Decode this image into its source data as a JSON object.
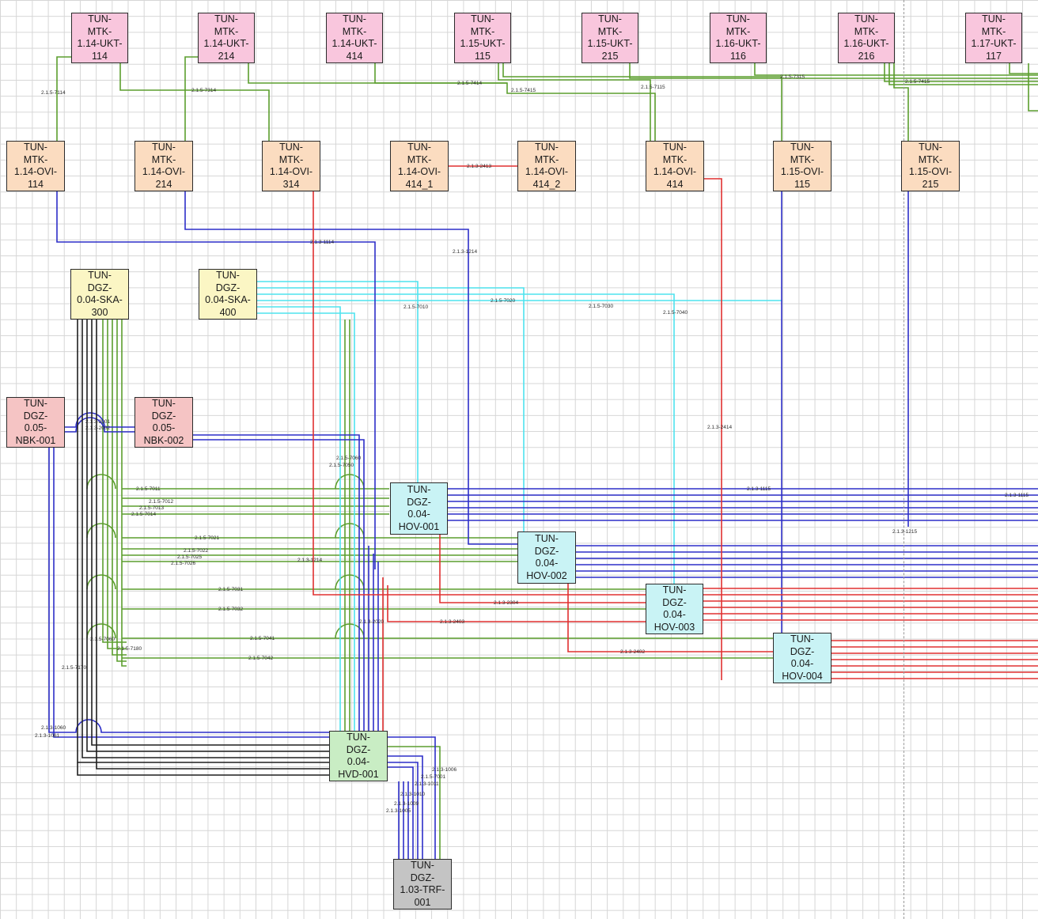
{
  "colors": {
    "ukt": "#f9c6dd",
    "ovi": "#fbdcc0",
    "ska": "#fbf6c4",
    "nbk": "#f5c4c4",
    "hov": "#c9f3f5",
    "hvd": "#c9edc4",
    "trf": "#c4c4c4",
    "green_wire": "#5c9e2e",
    "blue_wire": "#2d2ec8",
    "red_wire": "#e03030",
    "cyan_wire": "#4ee3ee",
    "black_wire": "#1f1f1f"
  },
  "nodes": [
    {
      "id": "ukt114",
      "lines": [
        "TUN-",
        "MTK-",
        "1.14-UKT-",
        "114"
      ]
    },
    {
      "id": "ukt214",
      "lines": [
        "TUN-",
        "MTK-",
        "1.14-UKT-",
        "214"
      ]
    },
    {
      "id": "ukt414",
      "lines": [
        "TUN-",
        "MTK-",
        "1.14-UKT-",
        "414"
      ]
    },
    {
      "id": "ukt115",
      "lines": [
        "TUN-",
        "MTK-",
        "1.15-UKT-",
        "115"
      ]
    },
    {
      "id": "ukt215",
      "lines": [
        "TUN-",
        "MTK-",
        "1.15-UKT-",
        "215"
      ]
    },
    {
      "id": "ukt116",
      "lines": [
        "TUN-",
        "MTK-",
        "1.16-UKT-",
        "116"
      ]
    },
    {
      "id": "ukt216",
      "lines": [
        "TUN-",
        "MTK-",
        "1.16-UKT-",
        "216"
      ]
    },
    {
      "id": "ukt117",
      "lines": [
        "TUN-",
        "MTK-",
        "1.17-UKT-",
        "117"
      ]
    },
    {
      "id": "ovi114",
      "lines": [
        "TUN-",
        "MTK-",
        "1.14-OVI-",
        "114"
      ]
    },
    {
      "id": "ovi214",
      "lines": [
        "TUN-",
        "MTK-",
        "1.14-OVI-",
        "214"
      ]
    },
    {
      "id": "ovi314",
      "lines": [
        "TUN-",
        "MTK-",
        "1.14-OVI-",
        "314"
      ]
    },
    {
      "id": "ovi414_1",
      "lines": [
        "TUN-",
        "MTK-",
        "1.14-OVI-",
        "414_1"
      ]
    },
    {
      "id": "ovi414_2",
      "lines": [
        "TUN-",
        "MTK-",
        "1.14-OVI-",
        "414_2"
      ]
    },
    {
      "id": "ovi414",
      "lines": [
        "TUN-",
        "MTK-",
        "1.14-OVI-",
        "414"
      ]
    },
    {
      "id": "ovi115",
      "lines": [
        "TUN-",
        "MTK-",
        "1.15-OVI-",
        "115"
      ]
    },
    {
      "id": "ovi215",
      "lines": [
        "TUN-",
        "MTK-",
        "1.15-OVI-",
        "215"
      ]
    },
    {
      "id": "ska300",
      "lines": [
        "TUN-",
        "DGZ-",
        "0.04-SKA-",
        "300"
      ]
    },
    {
      "id": "ska400",
      "lines": [
        "TUN-",
        "DGZ-",
        "0.04-SKA-",
        "400"
      ]
    },
    {
      "id": "nbk001",
      "lines": [
        "TUN-",
        "DGZ-",
        "0.05-",
        "NBK-001"
      ]
    },
    {
      "id": "nbk002",
      "lines": [
        "TUN-",
        "DGZ-",
        "0.05-",
        "NBK-002"
      ]
    },
    {
      "id": "hov001",
      "lines": [
        "TUN-",
        "DGZ-",
        "0.04-",
        "HOV-001"
      ]
    },
    {
      "id": "hov002",
      "lines": [
        "TUN-",
        "DGZ-",
        "0.04-",
        "HOV-002"
      ]
    },
    {
      "id": "hov003",
      "lines": [
        "TUN-",
        "DGZ-",
        "0.04-",
        "HOV-003"
      ]
    },
    {
      "id": "hov004",
      "lines": [
        "TUN-",
        "DGZ-",
        "0.04-",
        "HOV-004"
      ]
    },
    {
      "id": "hvd001",
      "lines": [
        "TUN-",
        "DGZ-",
        "0.04-",
        "HVD-001"
      ]
    },
    {
      "id": "trf001",
      "lines": [
        "TUN-",
        "DGZ-",
        "1.03-TRF-",
        "001"
      ]
    }
  ],
  "wire_labels": {
    "l7114": "2.1.5-7114",
    "l7314": "2.1.5-7314",
    "l7414": "2.1.5-7414",
    "l7415": "2.1.5-7415",
    "l7115": "2.1.5-7115",
    "l7315": "2.1.5-7315",
    "l7415b": "2.1.5-7415",
    "l2413": "2.1.3-2413",
    "l1114": "2.1.3-1114",
    "l1214": "2.1.3-1214",
    "l7010": "2.1.5-7010",
    "l7020": "2.1.5-7020",
    "l7030": "2.1.5-7030",
    "l7040": "2.1.5-7040",
    "l2414": "2.1.3-2414",
    "l2001": "2.1.3-2001",
    "l2002": "2.1.3-2002",
    "l7060": "2.1.5-7060",
    "l7050": "2.1.5-7050",
    "l7011": "2.1.5-7011",
    "l7012": "2.1.5-7012",
    "l7013": "2.1.5-7013",
    "l7014": "2.1.5-7014",
    "l1115": "2.1.3-1115",
    "l1115b": "2.1.3-1115",
    "l1215": "2.1.3-1215",
    "l7021": "2.1.5-7021",
    "l7022": "2.1.5-7022",
    "l7025": "2.1.5-7025",
    "l7026": "2.1.5-7026",
    "l1214b": "2.1.3-1214",
    "l7031": "2.1.5-7031",
    "l7032": "2.1.5-7032",
    "l2304": "2.1.3-2304",
    "l2403": "2.1.3-2403",
    "l7041": "2.1.5-7041",
    "l7042": "2.1.5-7042",
    "l2402": "2.1.3-2402",
    "l2020": "2.1.3-2020",
    "l7060b": "2.1.5-7060",
    "l7180": "2.1.5-7180",
    "l7170": "2.1.5-7170",
    "l1060": "2.1.3-1060",
    "l1061": "2.1.3-1061",
    "l1006": "2.1.3-1006",
    "l7001": "2.1.5-7001",
    "l1011": "2.1.3-1011",
    "l1010": "2.1.3-1010",
    "l1009": "2.1.3-1009",
    "l1005": "2.1.3-1005"
  }
}
